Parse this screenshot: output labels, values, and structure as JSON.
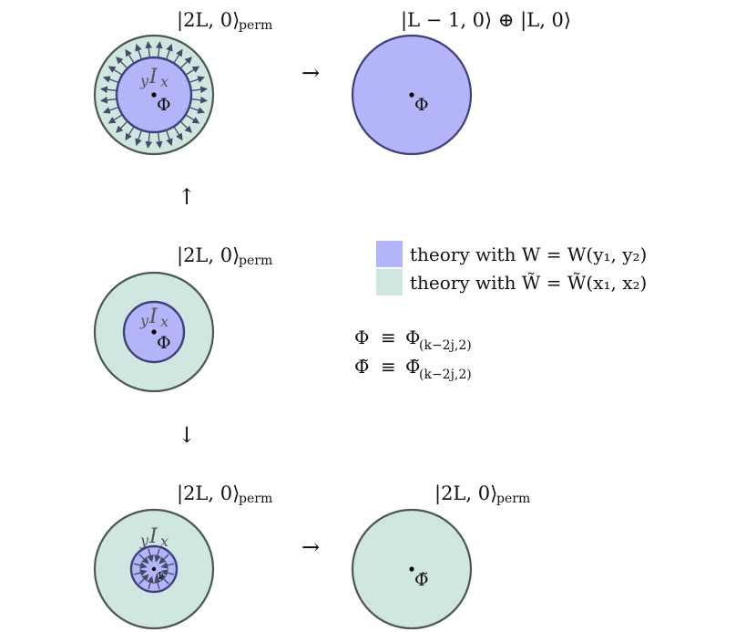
{
  "colors": {
    "purple_fill": "#b4b4f9",
    "teal_fill": "#cfe7e0",
    "inner_stroke": "#403f7a",
    "outer_stroke": "#4c5753",
    "arrow_color": "#444a6a"
  },
  "states": {
    "perm_ket": "|2L, 0⟩",
    "perm_sub": "perm",
    "sum_ket": "|L − 1, 0⟩ ⊕ |L, 0⟩"
  },
  "arrows": {
    "right": "→",
    "up": "↑",
    "down": "↓"
  },
  "defect": {
    "y": "y",
    "I": "I",
    "x": "x"
  },
  "fields": {
    "phi": "Φ",
    "phi_tilde": "Φ̃"
  },
  "legend": [
    {
      "text": "theory with W = W(y₁, y₂)",
      "color_key": "purple_fill"
    },
    {
      "text": "theory with W̃ = W̃(x₁, x₂)",
      "color_key": "teal_fill"
    }
  ],
  "definitions": [
    {
      "lhs": "Φ",
      "eq": "≡",
      "rhs": "Φ",
      "sub": "(k−2j,2)"
    },
    {
      "lhs": "Φ̃",
      "eq": "≡",
      "rhs": "Φ̃",
      "sub": "(k−2j,2)"
    }
  ]
}
